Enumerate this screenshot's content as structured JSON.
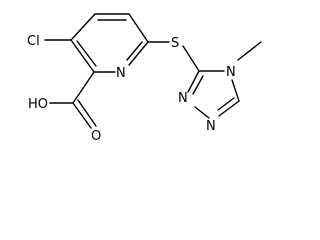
{
  "molecule": {
    "atoms": {
      "cl": "Cl",
      "ho": "HO",
      "o": "O",
      "n_pyridine": "N",
      "s": "S",
      "n_triazole_3": "N",
      "n_triazole_2": "N",
      "n_triazole_4": "N"
    }
  },
  "colors": {
    "bond": "#000000",
    "label": "#000000",
    "background": "#ffffff"
  }
}
